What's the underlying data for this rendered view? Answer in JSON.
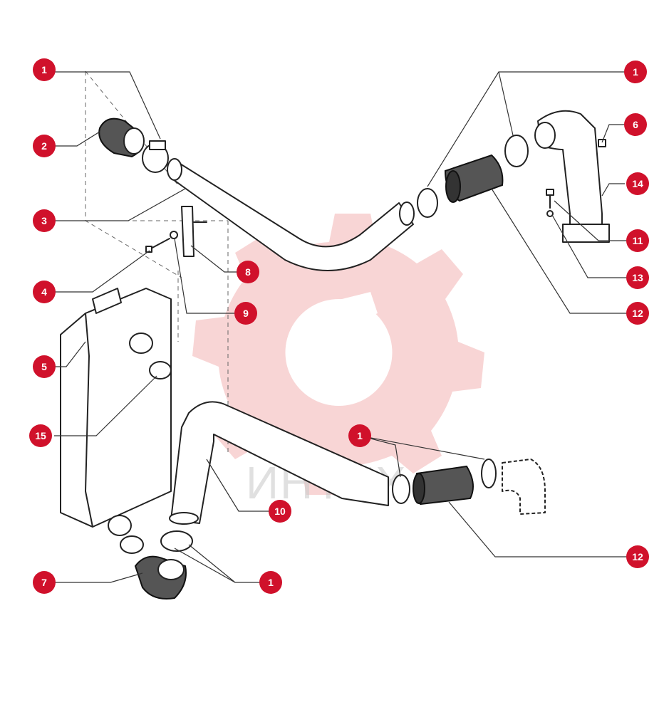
{
  "colors": {
    "callout": "#d0112b",
    "watermark": "#f3b3b3",
    "line": "#222222"
  },
  "watermark": {
    "text": "ИНТЕХ"
  },
  "callouts": [
    {
      "id": "c-1-topleft",
      "label": "1"
    },
    {
      "id": "c-2",
      "label": "2"
    },
    {
      "id": "c-3",
      "label": "3"
    },
    {
      "id": "c-4",
      "label": "4"
    },
    {
      "id": "c-5",
      "label": "5"
    },
    {
      "id": "c-15",
      "label": "15"
    },
    {
      "id": "c-7",
      "label": "7"
    },
    {
      "id": "c-1-bottom",
      "label": "1"
    },
    {
      "id": "c-8",
      "label": "8"
    },
    {
      "id": "c-9",
      "label": "9"
    },
    {
      "id": "c-10",
      "label": "10"
    },
    {
      "id": "c-1-mid",
      "label": "1"
    },
    {
      "id": "c-12-bottom",
      "label": "12"
    },
    {
      "id": "c-1-topright",
      "label": "1"
    },
    {
      "id": "c-6",
      "label": "6"
    },
    {
      "id": "c-14",
      "label": "14"
    },
    {
      "id": "c-11",
      "label": "11"
    },
    {
      "id": "c-13",
      "label": "13"
    },
    {
      "id": "c-12-top",
      "label": "12"
    }
  ]
}
